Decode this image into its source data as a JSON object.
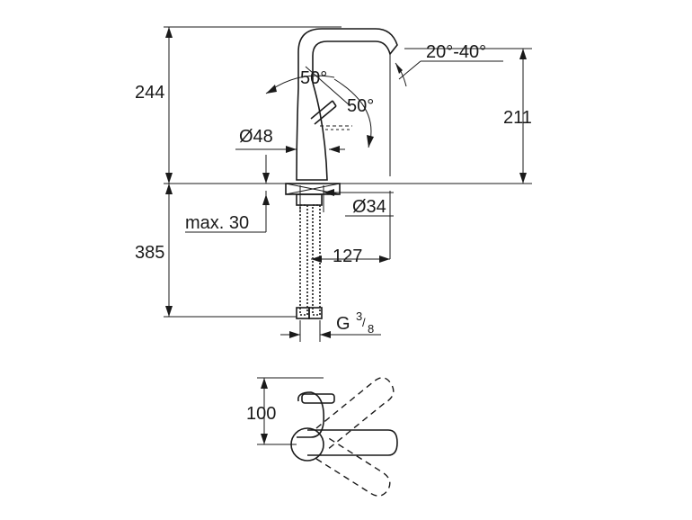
{
  "dimensions": {
    "total_height": "244",
    "spout_height": "211",
    "spout_angle": "20°-40°",
    "lever_angle_top": "50°",
    "lever_angle_side": "50°",
    "body_diameter": "Ø48",
    "hole_diameter": "Ø34",
    "max_deck": "max. 30",
    "hose_length": "385",
    "reach": "127",
    "thread_prefix": "G",
    "thread_num": "3",
    "thread_den": "8",
    "plan_depth": "100"
  }
}
